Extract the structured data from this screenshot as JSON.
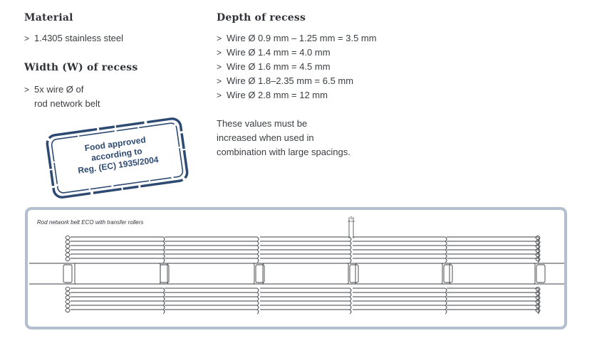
{
  "material": {
    "heading": "Material",
    "items": [
      "1.4305 stainless steel"
    ]
  },
  "width": {
    "heading": "Width (W) of recess",
    "items": [
      "5x wire Ø of\nrod network belt"
    ]
  },
  "depth": {
    "heading": "Depth of recess",
    "items": [
      "Wire Ø 0.9 mm – 1.25 mm = 3.5 mm",
      "Wire Ø 1.4 mm = 4.0 mm",
      "Wire Ø 1.6 mm = 4.5 mm",
      "Wire Ø 1.8–2.35 mm = 6.5 mm",
      "Wire Ø 2.8 mm = 12 mm"
    ],
    "note": "These values must be\nincreased when used in\ncombination with large spacings."
  },
  "bullet_glyph": ">",
  "stamp": {
    "lines": [
      "Food approved",
      "according to",
      "Reg. (EC) 1935/2004"
    ],
    "color": "#2d4a73"
  },
  "diagram": {
    "caption": "Rod network belt ECO with transfer rollers",
    "marker": "S",
    "frame_color": "#b3bfcf"
  }
}
